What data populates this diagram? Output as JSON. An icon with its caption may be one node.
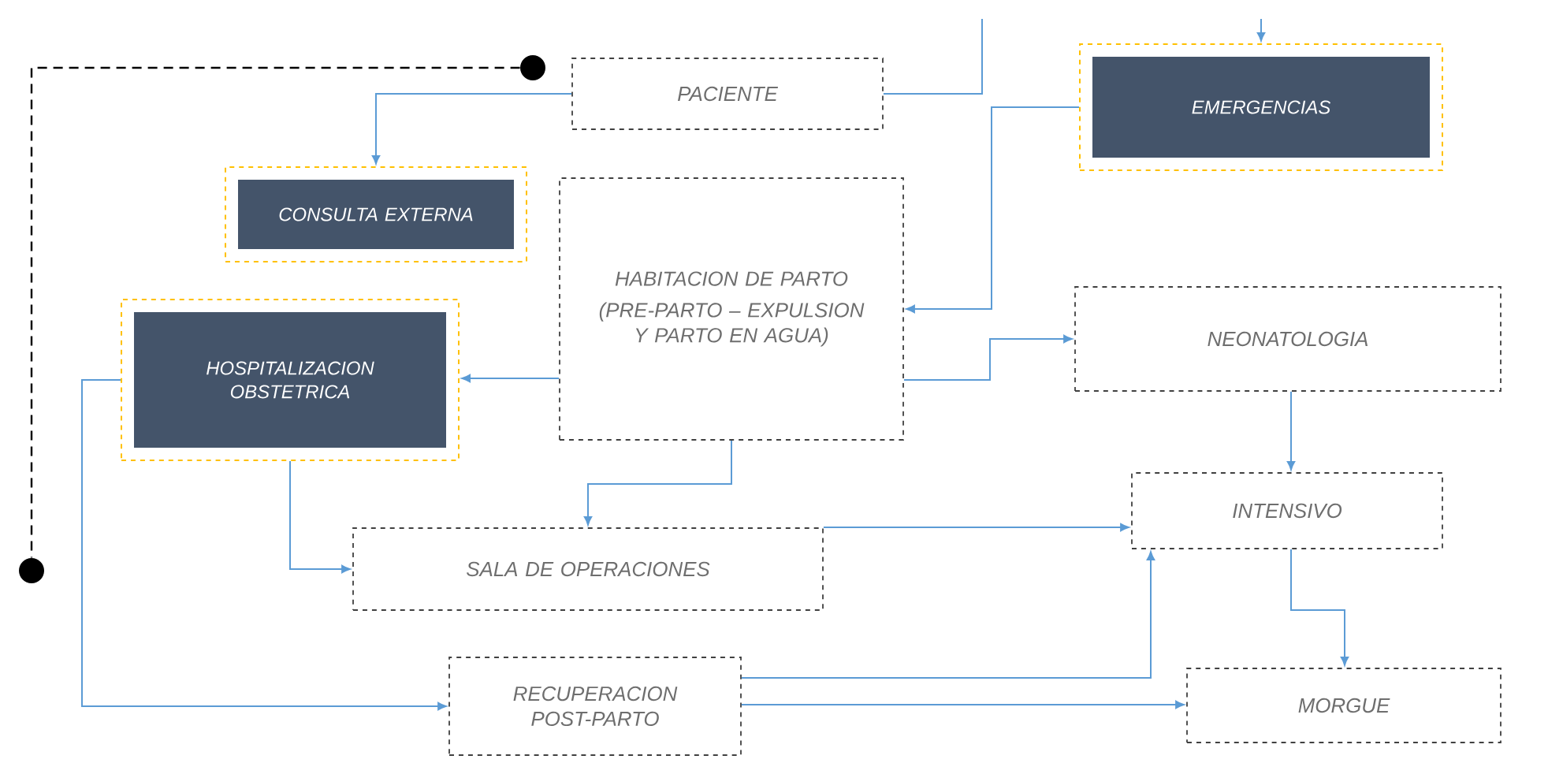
{
  "diagram": {
    "nodes": [
      {
        "text": [
          "PACIENTE"
        ]
      },
      {
        "text": [
          "EMERGENCIAS"
        ]
      },
      {
        "text": [
          "CONSULTA EXTERNA"
        ]
      },
      {
        "text": [
          "HABITACION DE PARTO",
          "(PRE-PARTO – EXPULSION Y PARTO EN AGUA)"
        ]
      },
      {
        "text": [
          "HOSPITALIZACION OBSTETRICA"
        ]
      },
      {
        "text": [
          "NEONATOLOGIA"
        ]
      },
      {
        "text": [
          "INTENSIVO"
        ]
      },
      {
        "text": [
          "SALA DE OPERACIONES"
        ]
      },
      {
        "text": [
          "RECUPERACION POST-PARTO"
        ]
      },
      {
        "text": [
          "MORGUE"
        ]
      },
      {
        "text": [],
        "shape": "circle"
      },
      {
        "text": [],
        "shape": "circle"
      }
    ],
    "edges": [
      {
        "from": 0,
        "to": 2,
        "arrow": "to"
      },
      {
        "from": null,
        "to": 0,
        "arrow": "none"
      },
      {
        "from": null,
        "to": 1,
        "arrow": "to"
      },
      {
        "from": 1,
        "to": 3,
        "arrow": "to"
      },
      {
        "from": 3,
        "to": 5,
        "arrow": "to"
      },
      {
        "from": 3,
        "to": 4,
        "arrow": "to"
      },
      {
        "from": 3,
        "to": 7,
        "arrow": "to"
      },
      {
        "from": 4,
        "to": 7,
        "arrow": "to"
      },
      {
        "from": 4,
        "to": 8,
        "arrow": "to"
      },
      {
        "from": 5,
        "to": 6,
        "arrow": "to"
      },
      {
        "from": 7,
        "to": 6,
        "arrow": "to"
      },
      {
        "from": 8,
        "to": 6,
        "arrow": "to"
      },
      {
        "from": 8,
        "to": 9,
        "arrow": "to"
      },
      {
        "from": 6,
        "to": 9,
        "arrow": "to"
      },
      {
        "from": 10,
        "to": 11,
        "arrow": "none",
        "style": "dashed",
        "color": "#000000"
      }
    ]
  }
}
